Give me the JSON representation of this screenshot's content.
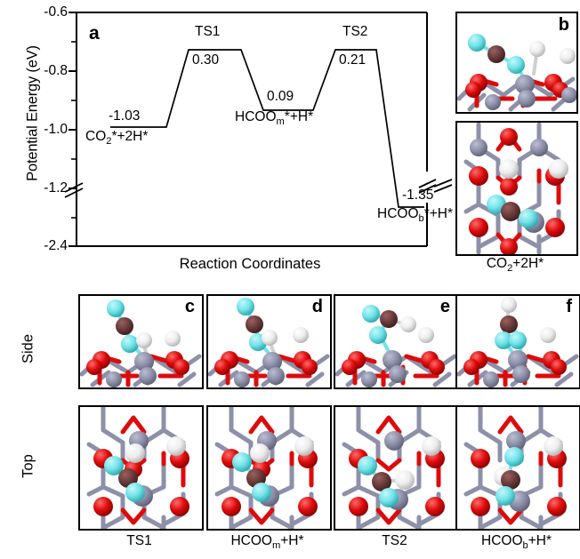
{
  "figure": {
    "panel_a_letter": "a",
    "panel_b_letter": "b",
    "panel_c_letter": "c",
    "panel_d_letter": "d",
    "panel_e_letter": "e",
    "panel_f_letter": "f"
  },
  "chart_data": {
    "type": "line",
    "title": "",
    "xlabel": "Reaction Coordinates",
    "ylabel": "Potential Energy (eV)",
    "ylim": [
      -2.4,
      -0.6
    ],
    "axis_break": {
      "between": [
        -1.2,
        -2.4
      ],
      "label": "broken-axis"
    },
    "grid": false,
    "legend": false,
    "ytick_labels": [
      "-0.6",
      "-0.8",
      "-1.0",
      "-1.2",
      "-2.4"
    ],
    "ytick_values": [
      -0.6,
      -0.8,
      -1.0,
      -1.2,
      -2.4
    ],
    "states": [
      {
        "name": "CO2*+2H*",
        "label_html": "CO<sub>2</sub>*+2H*",
        "value": -1.03,
        "value_label": "-1.03",
        "kind": "minimum"
      },
      {
        "name": "TS1",
        "label_html": "TS1",
        "value": -0.73,
        "value_label": "0.30",
        "kind": "transition",
        "barrier": 0.3
      },
      {
        "name": "HCOOm*+H*",
        "label_html": "HCOO<sub>m</sub>*+H*",
        "value": -0.94,
        "value_label": "0.09",
        "kind": "minimum"
      },
      {
        "name": "TS2",
        "label_html": "TS2",
        "value": -0.73,
        "value_label": "0.21",
        "kind": "transition",
        "barrier": 0.21
      },
      {
        "name": "HCOOb*+H*",
        "label_html": "HCOO<sub>b</sub>*+H*",
        "value": -1.35,
        "value_label": "-1.35",
        "kind": "minimum"
      }
    ]
  },
  "row_labels": {
    "side": "Side",
    "top": "Top"
  },
  "structures": {
    "b_caption_html": "CO<sub>2</sub>+2H*",
    "bottom_captions_html": [
      "TS1",
      "HCOO<sub>m</sub>+H*",
      "TS2",
      "HCOO<sub>b</sub>+H*"
    ]
  },
  "colors": {
    "oxygen": "#dd0b0b",
    "oxygen_dark": "#a80606",
    "silicon": "#8d90a8",
    "silicon_dark": "#6e7189",
    "carbon": "#6b3b3b",
    "carbon_dark": "#4d2828",
    "hydrogen": "#f2f2f2",
    "hydrogen_dark": "#c9c9c9",
    "adsorbate_o": "#72e3e8",
    "adsorbate_o_dark": "#3fbfc6",
    "line": "#000000"
  }
}
